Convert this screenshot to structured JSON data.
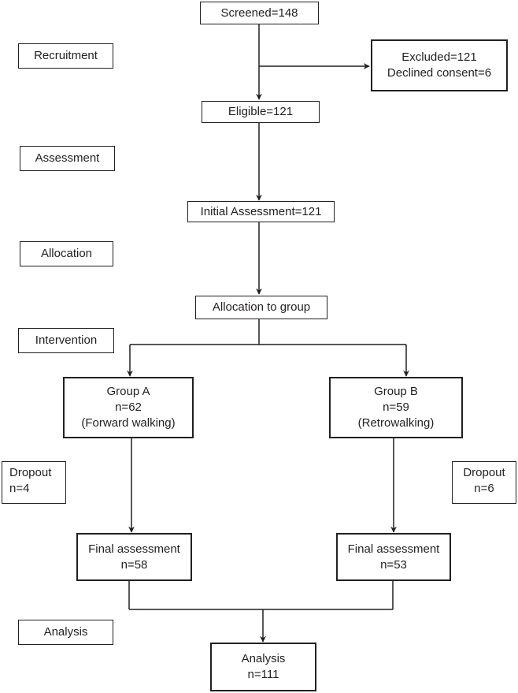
{
  "stages": {
    "recruitment": "Recruitment",
    "assessment": "Assessment",
    "allocation": "Allocation",
    "intervention": "Intervention",
    "analysis": "Analysis"
  },
  "flow": {
    "screened": "Screened=148",
    "excluded_line1": "Excluded=121",
    "excluded_line2": "Declined consent=6",
    "eligible": "Eligible=121",
    "initial_assessment": "Initial Assessment=121",
    "allocation": "Allocation to group",
    "group_a": {
      "title": "Group A",
      "n": "n=62",
      "desc": "(Forward walking)"
    },
    "group_b": {
      "title": "Group B",
      "n": "n=59",
      "desc": "(Retrowalking)"
    },
    "dropout_a": {
      "title": "Dropout",
      "n": "n=4"
    },
    "dropout_b": {
      "title": "Dropout",
      "n": "n=6"
    },
    "final_a": {
      "title": "Final assessment",
      "n": "n=58"
    },
    "final_b": {
      "title": "Final assessment",
      "n": "n=53"
    },
    "analysis": {
      "title": "Analysis",
      "n": "n=111"
    }
  },
  "colors": {
    "stroke": "#231f20",
    "background": "#ffffff"
  }
}
